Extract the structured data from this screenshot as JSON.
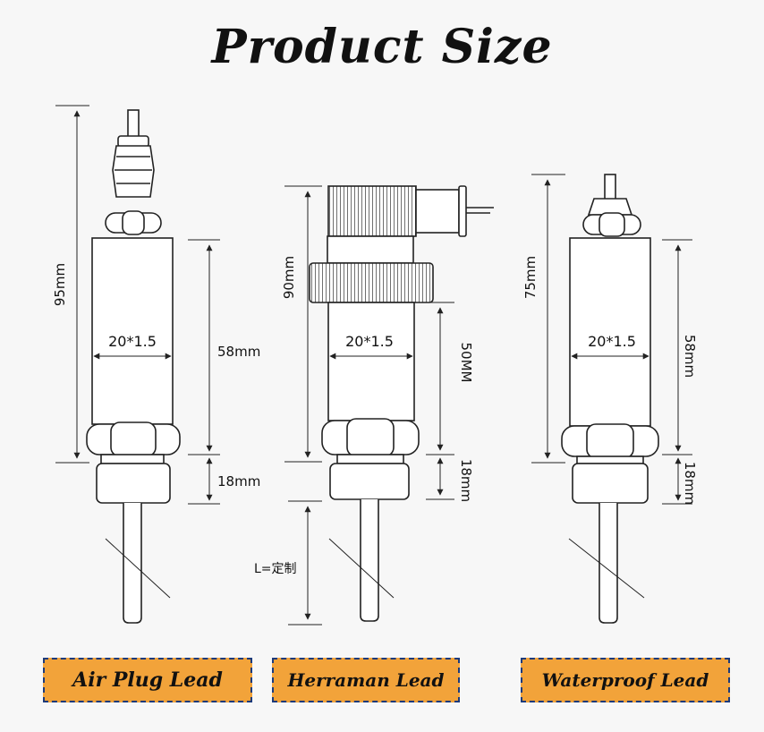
{
  "title": "Product Size",
  "products": [
    {
      "name": "Air Plug Lead",
      "total": "95mm",
      "body": "58mm",
      "diameter": "20*1.5",
      "thread": "18mm"
    },
    {
      "name": "Herraman Lead",
      "total": "90mm",
      "body": "50MM",
      "diameter": "20*1.5",
      "thread": "18mm",
      "probe": "L=定制"
    },
    {
      "name": "Waterproof Lead",
      "total": "75mm",
      "body": "58mm",
      "diameter": "20*1.5",
      "thread": "18mm"
    }
  ],
  "colors": {
    "badge": "#f2a33a",
    "badge_border": "#1c3a7a",
    "line": "#222222"
  }
}
